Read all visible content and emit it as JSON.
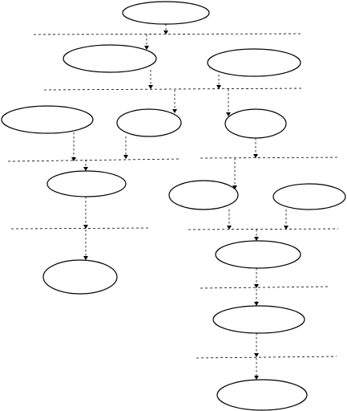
{
  "diagram": {
    "type": "flow-diagram",
    "nodes": [
      {
        "id": "n1",
        "label": ""
      },
      {
        "id": "n2",
        "label": ""
      },
      {
        "id": "n3",
        "label": ""
      },
      {
        "id": "n4",
        "label": ""
      },
      {
        "id": "n5",
        "label": ""
      },
      {
        "id": "n6",
        "label": ""
      },
      {
        "id": "n7",
        "label": ""
      },
      {
        "id": "n8",
        "label": ""
      },
      {
        "id": "n9",
        "label": ""
      },
      {
        "id": "n10",
        "label": ""
      },
      {
        "id": "n11",
        "label": ""
      },
      {
        "id": "n12",
        "label": ""
      },
      {
        "id": "n13",
        "label": ""
      }
    ],
    "edges": [
      {
        "from": "n1",
        "to": "n2"
      },
      {
        "from": "n1",
        "to": "n3"
      },
      {
        "from": "n2",
        "to": "n5"
      },
      {
        "from": "n3",
        "to": "n5"
      },
      {
        "from": "n3",
        "to": "n6"
      },
      {
        "from": "n4",
        "to": "n7"
      },
      {
        "from": "n5",
        "to": "n7"
      },
      {
        "from": "n6",
        "to": "n8"
      },
      {
        "from": "n7",
        "to": "n10"
      },
      {
        "from": "n8",
        "to": "n11"
      },
      {
        "from": "n9",
        "to": "n11"
      },
      {
        "from": "n11",
        "to": "n12"
      },
      {
        "from": "n12",
        "to": "n13"
      }
    ],
    "line_style": "dashed",
    "stroke_color": "#000000",
    "fill_color": "#ffffff"
  }
}
